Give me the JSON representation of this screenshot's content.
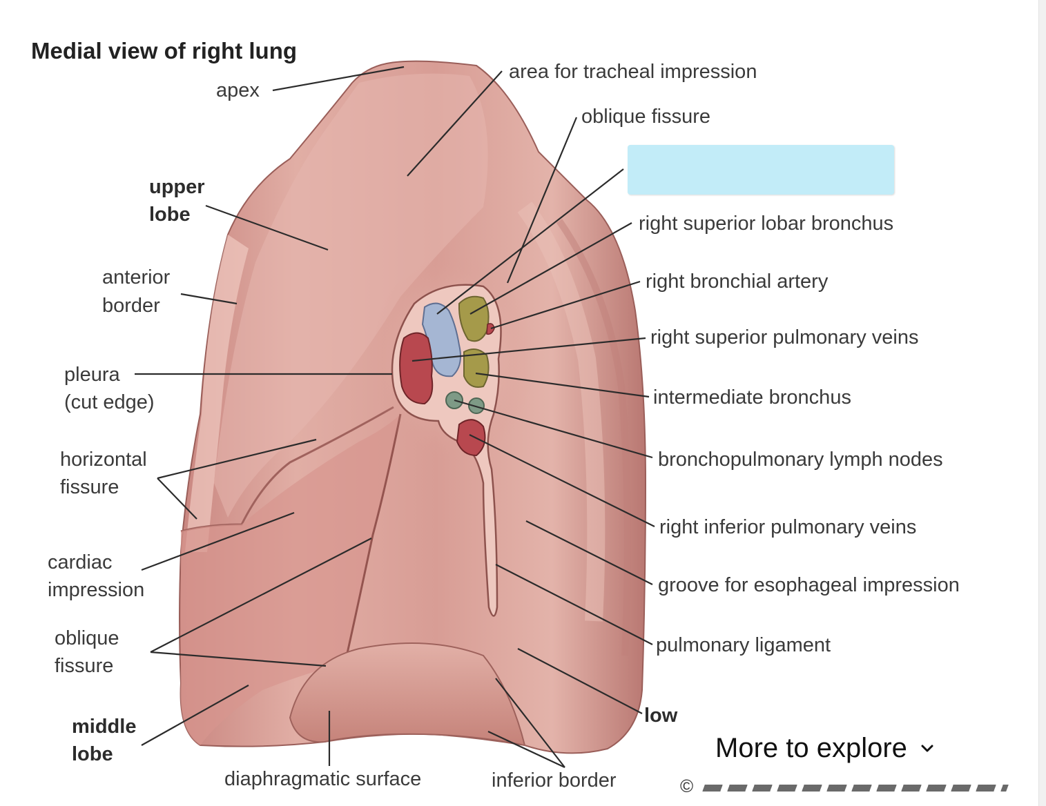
{
  "title": "Medial view of right lung",
  "labels_left": {
    "apex": "apex",
    "upper_lobe_1": "upper",
    "upper_lobe_2": "lobe",
    "anterior_border_1": "anterior",
    "anterior_border_2": "border",
    "pleura_1": "pleura",
    "pleura_2": "(cut edge)",
    "horizontal_fissure_1": "horizontal",
    "horizontal_fissure_2": "fissure",
    "cardiac_impression_1": "cardiac",
    "cardiac_impression_2": "impression",
    "oblique_fissure_1": "oblique",
    "oblique_fissure_2": "fissure",
    "middle_lobe_1": "middle",
    "middle_lobe_2": "lobe"
  },
  "labels_bottom": {
    "diaphragmatic_surface": "diaphragmatic surface",
    "inferior_border": "inferior border"
  },
  "labels_right": {
    "tracheal": "area for tracheal impression",
    "oblique_fissure": "oblique fissure",
    "right_superior_lobar_bronchus": "right superior lobar bronchus",
    "right_bronchial_artery": "right bronchial artery",
    "right_superior_pulmonary_veins": "right superior pulmonary veins",
    "intermediate_bronchus": "intermediate bronchus",
    "bronchopulmonary_lymph_nodes": "bronchopulmonary lymph nodes",
    "right_inferior_pulmonary_veins": "right inferior pulmonary veins",
    "groove_esophageal": "groove for esophageal impression",
    "pulmonary_ligament": "pulmonary ligament",
    "lower_lobe_partial": "low"
  },
  "overlay": {
    "more_to_explore": "More to explore",
    "copyright_symbol": "©"
  },
  "colors": {
    "lung_base": "#d79a92",
    "lung_shadow": "#b06e69",
    "lung_highlight": "#ecc5bd",
    "bronchus_olive": "#a59a4a",
    "vein_blue": "#8fa4c8",
    "artery_red": "#b8484f",
    "lymph_green": "#7e9a86",
    "hidden_label": "#c2ecf8"
  }
}
